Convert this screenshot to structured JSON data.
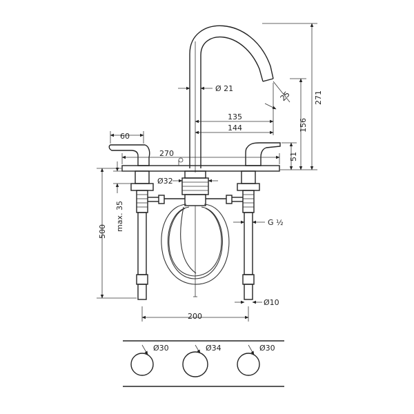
{
  "labels": {
    "w60": "60",
    "w270": "270",
    "dia21": "Ø 21",
    "w135": "135",
    "w144": "144",
    "a25": "25",
    "h271": "271",
    "h156": "156",
    "h51": "51",
    "dia32": "Ø32",
    "h500": "500",
    "max35": "max. 35",
    "thread": "G ½",
    "dia10": "Ø10",
    "w200": "200",
    "hole1": "Ø30",
    "hole2": "Ø34",
    "hole3": "Ø30"
  }
}
